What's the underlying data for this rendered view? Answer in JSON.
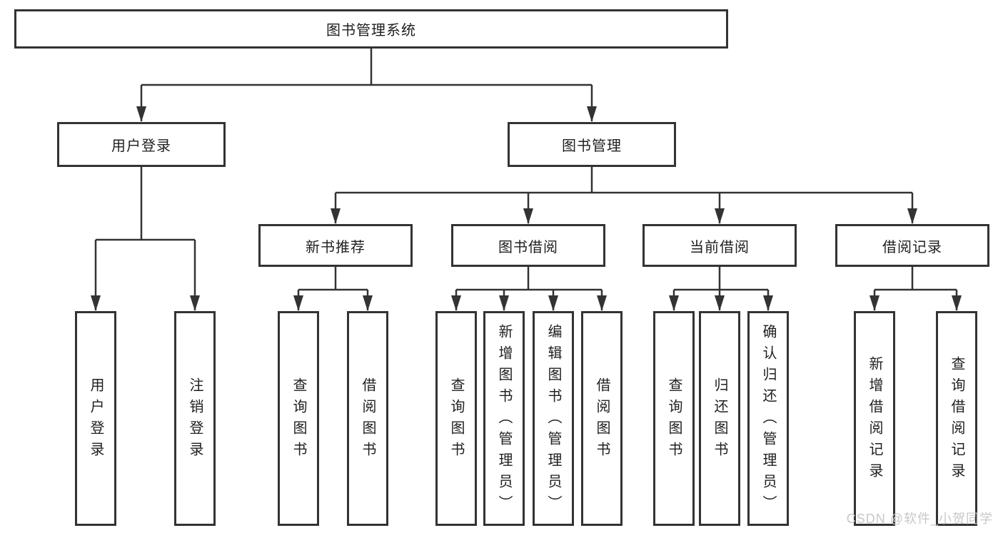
{
  "colors": {
    "line": "#333333",
    "text": "#1f1f1f",
    "background": "#ffffff",
    "watermark": "#c8c8c8"
  },
  "tree": {
    "label": "图书管理系统",
    "children": [
      {
        "label": "用户登录",
        "children": [
          {
            "label": "用户登录"
          },
          {
            "label": "注销登录"
          }
        ]
      },
      {
        "label": "图书管理",
        "children": [
          {
            "label": "新书推荐",
            "children": [
              {
                "label": "查询图书"
              },
              {
                "label": "借阅图书"
              }
            ]
          },
          {
            "label": "图书借阅",
            "children": [
              {
                "label": "查询图书"
              },
              {
                "label": "新增图书（管理员）"
              },
              {
                "label": "编辑图书（管理员）"
              },
              {
                "label": "借阅图书"
              }
            ]
          },
          {
            "label": "当前借阅",
            "children": [
              {
                "label": "查询图书"
              },
              {
                "label": "归还图书"
              },
              {
                "label": "确认归还（管理员）"
              }
            ]
          },
          {
            "label": "借阅记录",
            "children": [
              {
                "label": "新增借阅记录"
              },
              {
                "label": "查询借阅记录"
              }
            ]
          }
        ]
      }
    ]
  },
  "watermark": {
    "label": "CSDN @软件_小贺同学"
  }
}
